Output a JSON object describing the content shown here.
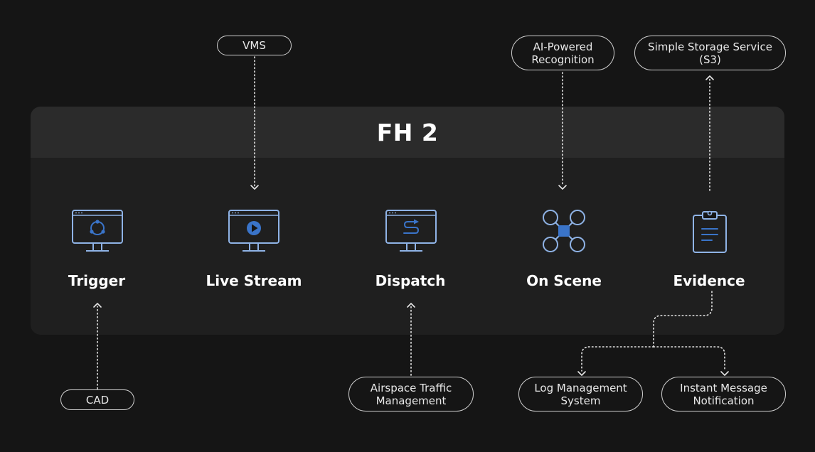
{
  "title": "FH 2",
  "colors": {
    "background": "#151515",
    "panel": "#1f1f1f",
    "panel_header": "#2b2b2b",
    "icon_stroke": "#8fb3e6",
    "icon_accent": "#3a74c9",
    "connector": "#e6e6e6"
  },
  "stages": [
    {
      "label": "Trigger",
      "icon": "monitor-refresh-icon"
    },
    {
      "label": "Live Stream",
      "icon": "monitor-play-icon"
    },
    {
      "label": "Dispatch",
      "icon": "monitor-route-icon"
    },
    {
      "label": "On Scene",
      "icon": "drone-icon"
    },
    {
      "label": "Evidence",
      "icon": "clipboard-icon"
    }
  ],
  "integrations": {
    "vms": "VMS",
    "ai": "AI-Powered Recognition",
    "s3": "Simple Storage Service (S3)",
    "cad": "CAD",
    "airspace": "Airspace Traffic Management",
    "log": "Log Management System",
    "notify": "Instant Message Notification"
  }
}
